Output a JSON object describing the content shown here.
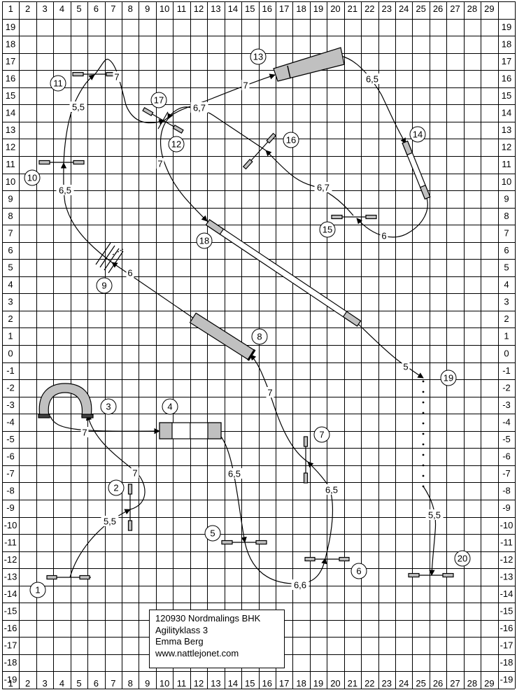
{
  "x_ticks": [
    "1",
    "2",
    "3",
    "4",
    "5",
    "6",
    "7",
    "8",
    "9",
    "10",
    "11",
    "12",
    "13",
    "14",
    "15",
    "16",
    "17",
    "18",
    "19",
    "20",
    "21",
    "22",
    "23",
    "24",
    "25",
    "26",
    "27",
    "28",
    "29"
  ],
  "y_ticks": [
    "19",
    "18",
    "17",
    "16",
    "15",
    "14",
    "13",
    "12",
    "11",
    "10",
    "9",
    "8",
    "7",
    "6",
    "5",
    "4",
    "3",
    "2",
    "1",
    "0",
    "-1",
    "-2",
    "-3",
    "-4",
    "-5",
    "-6",
    "-7",
    "-8",
    "-9",
    "-10",
    "-11",
    "-12",
    "-13",
    "-14",
    "-15",
    "-16",
    "-17",
    "-18",
    "-19"
  ],
  "obstacle_numbers": [
    "1",
    "2",
    "3",
    "4",
    "5",
    "6",
    "7",
    "8",
    "9",
    "10",
    "11",
    "12",
    "13",
    "14",
    "15",
    "16",
    "17",
    "18",
    "19",
    "20"
  ],
  "distances": [
    "5,5",
    "7",
    "7",
    "6,5",
    "6,6",
    "6,5",
    "7",
    "6",
    "6,5",
    "5,5",
    "7",
    "6,7",
    "7",
    "6,5",
    "6,7",
    "6",
    "7",
    "5",
    "5,5"
  ],
  "info": {
    "line1": "120930 Nordmalings BHK",
    "line2": "Agilityklass 3",
    "line3": "Emma Berg",
    "line4": "www.nattlejonet.com"
  },
  "colors": {
    "grid": "#000000",
    "equipment_fill": "#c0c0c0",
    "background": "#ffffff"
  }
}
